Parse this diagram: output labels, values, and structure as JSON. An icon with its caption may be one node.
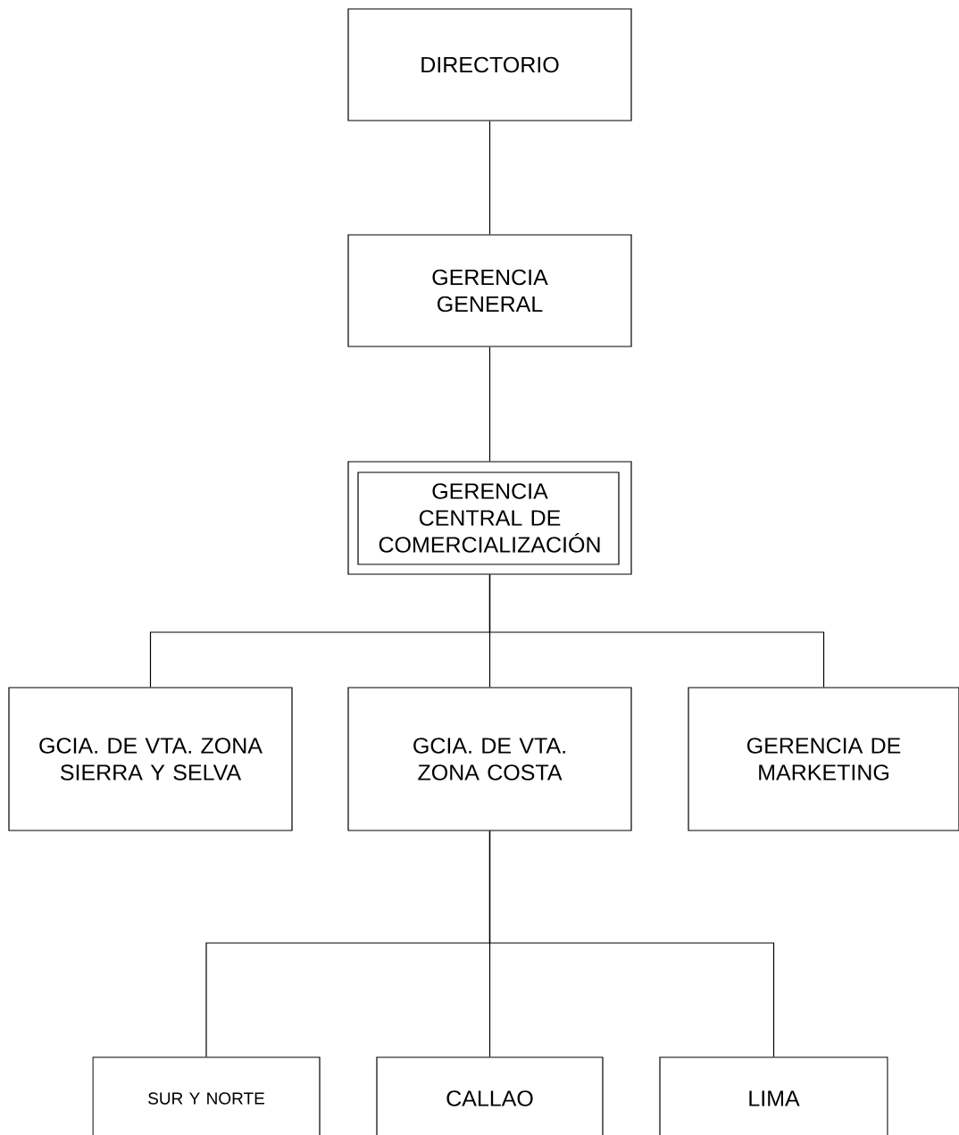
{
  "diagram": {
    "nodes": [
      {
        "text": [
          "DIRECTORIO"
        ]
      },
      {
        "text": [
          "GERENCIA GENERAL"
        ]
      },
      {
        "text": [
          "GERENCIA CENTRAL DE COMERCIALIZACIÓN"
        ]
      },
      {
        "text": [
          "GCIA. DE VTA. ZONA SIERRA Y SELVA"
        ]
      },
      {
        "text": [
          "GCIA. DE VTA. ZONA COSTA"
        ]
      },
      {
        "text": [
          "GERENCIA DE MARKETING"
        ]
      },
      {
        "text": [
          "SUR Y NORTE"
        ]
      },
      {
        "text": [
          "CALLAO"
        ]
      },
      {
        "text": [
          "LIMA"
        ]
      }
    ],
    "edges": [
      {
        "from": 0,
        "to": 1,
        "arrow": "none"
      },
      {
        "from": 1,
        "to": 2,
        "arrow": "none"
      },
      {
        "from": 2,
        "to": 3,
        "arrow": "none"
      },
      {
        "from": 2,
        "to": 4,
        "arrow": "none"
      },
      {
        "from": 2,
        "to": 5,
        "arrow": "none"
      },
      {
        "from": 4,
        "to": 6,
        "arrow": "none"
      },
      {
        "from": 4,
        "to": 7,
        "arrow": "none"
      },
      {
        "from": 4,
        "to": 8,
        "arrow": "none"
      }
    ]
  }
}
